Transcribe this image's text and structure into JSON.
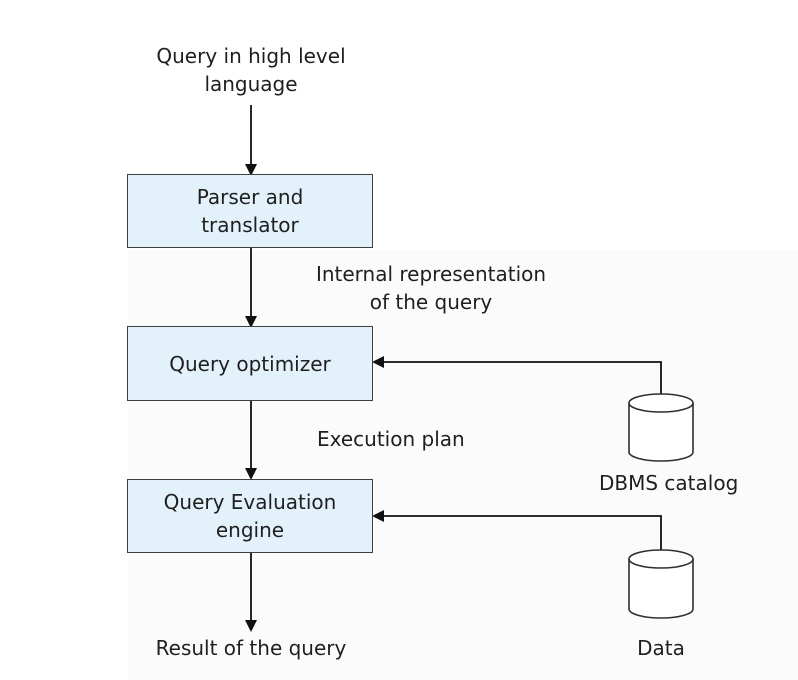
{
  "diagram": {
    "input": {
      "line1": "Query in high level",
      "line2": "language"
    },
    "parser_box": {
      "line1": "Parser and",
      "line2": "translator"
    },
    "internal_rep": {
      "line1": "Internal representation",
      "line2": "of the query"
    },
    "optimizer_box": {
      "line1": "Query optimizer"
    },
    "execution_plan": "Execution plan",
    "evaluation_box": {
      "line1": "Query Evaluation",
      "line2": "engine"
    },
    "result": "Result of the query",
    "catalog_label": "DBMS catalog",
    "data_label": "Data"
  },
  "colors": {
    "box_fill": "#e3f1fb",
    "stroke": "#3f3f3f"
  }
}
